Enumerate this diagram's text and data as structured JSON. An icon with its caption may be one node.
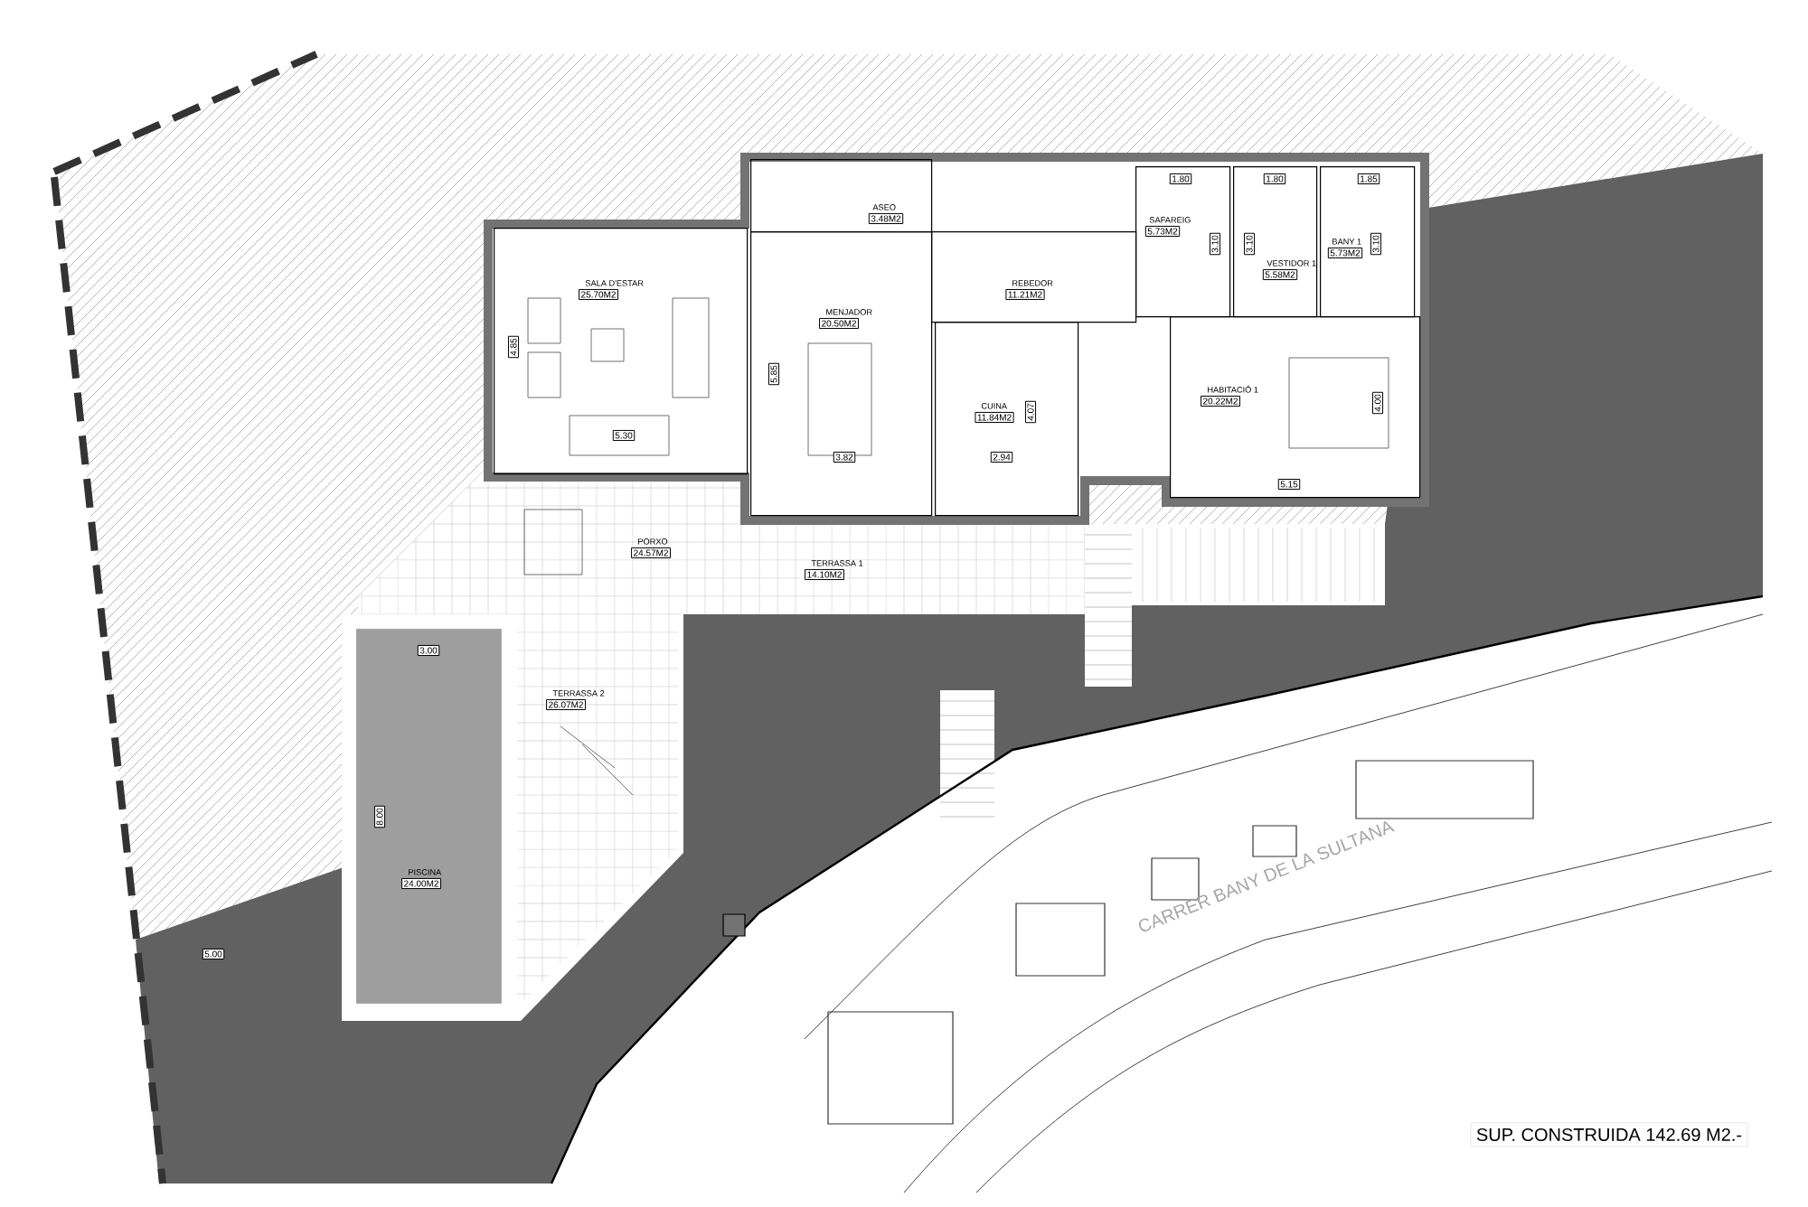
{
  "diagram": {
    "nodes": [
      {
        "text": [
          "SALA D'ESTAR",
          "25.70M2"
        ]
      },
      {
        "text": [
          "ASEO",
          "3.48M2"
        ]
      },
      {
        "text": [
          "MENJADOR",
          "20.50M2"
        ]
      },
      {
        "text": [
          "REBEDOR",
          "11.21M2"
        ]
      },
      {
        "text": [
          "CUINA",
          "11.84M2"
        ]
      },
      {
        "text": [
          "SAFAREIG",
          "5.73M2"
        ]
      },
      {
        "text": [
          "VESTIDOR 1",
          "5.58M2"
        ]
      },
      {
        "text": [
          "BANY 1",
          "5.73M2"
        ]
      },
      {
        "text": [
          "HABITACIÓ 1",
          "20.22M2"
        ]
      },
      {
        "text": [
          "PORXO",
          "24.57M2"
        ]
      },
      {
        "text": [
          "TERRASSA 1",
          "14.10M2"
        ]
      },
      {
        "text": [
          "TERRASSA 2",
          "26.07M2"
        ]
      },
      {
        "text": [
          "PISCINA",
          "24.00M2"
        ]
      }
    ],
    "labels": [
      "4.85",
      "5.30",
      "5.85",
      "3.82",
      "4.07",
      "2.94",
      "1.80",
      "1.80",
      "1.85",
      "3.10",
      "3.10",
      "3.10",
      "4.00",
      "5.15",
      "3.00",
      "8.00",
      "5.00",
      "CARRER BANY DE LA SULTANA",
      "SUP. CONSTRUIDA 142.69 M2.-"
    ]
  }
}
